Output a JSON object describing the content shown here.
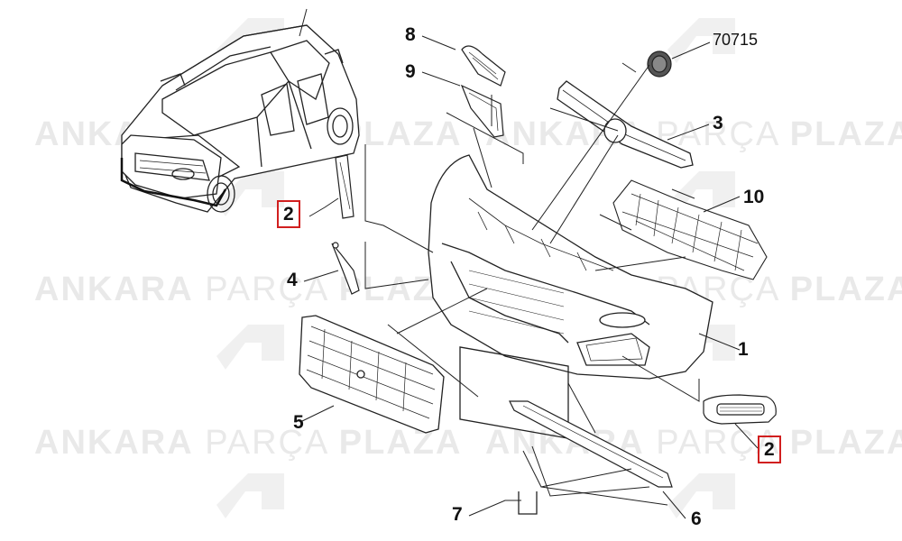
{
  "watermark": {
    "brand_bold": "ANKARA",
    "brand_light": "PARÇA",
    "brand_bold2": "PLAZA"
  },
  "callouts": {
    "p1": "1",
    "p2_left": "2",
    "p2_right": "2",
    "p3": "3",
    "p4": "4",
    "p5": "5",
    "p6": "6",
    "p7": "7",
    "p8": "8",
    "p9": "9",
    "p10": "10",
    "badge": "70715"
  },
  "colors": {
    "line": "#222222",
    "highlight": "#d11f1f",
    "watermark": "#e9e9e9"
  }
}
